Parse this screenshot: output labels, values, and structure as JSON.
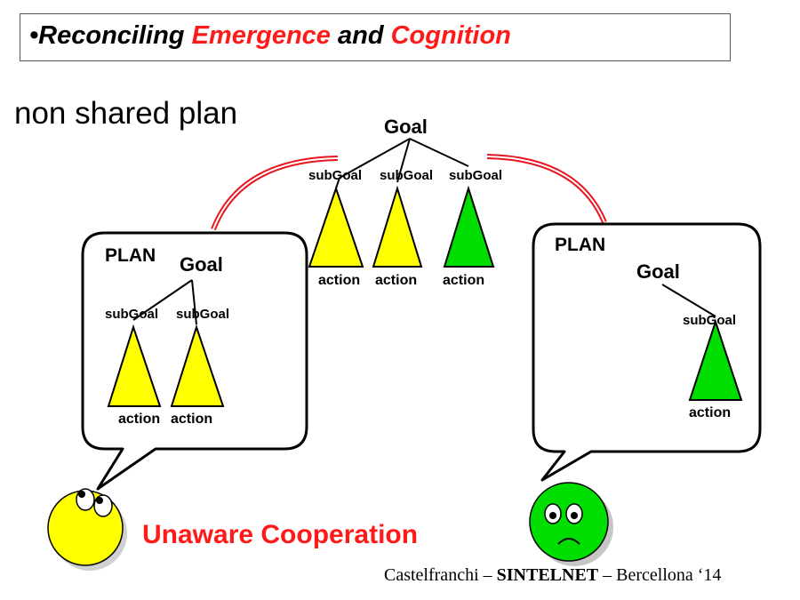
{
  "title": {
    "bullet": "•",
    "part1": "Reconciling ",
    "emphasis1": "Emergence",
    "part2": " and ",
    "emphasis2": "Cognition"
  },
  "subtitle": "non shared plan",
  "shared": {
    "goal": "Goal",
    "subgoals": [
      "subGoal",
      "subGoal",
      "subGoal"
    ],
    "actions": [
      "action",
      "action",
      "action"
    ]
  },
  "left_bubble": {
    "plan": "PLAN",
    "goal": "Goal",
    "subgoals": [
      "subGoal",
      "subGoal"
    ],
    "actions": [
      "action",
      "action"
    ]
  },
  "right_bubble": {
    "plan": "PLAN",
    "goal": "Goal",
    "subgoals": [
      "subGoal"
    ],
    "actions": [
      "action"
    ]
  },
  "caption": "Unaware Cooperation",
  "footer": {
    "author": "Castelfranchi – ",
    "project": "SINTELNET",
    "place": " – Bercellona ‘14"
  },
  "colors": {
    "yellow": "#ffff00",
    "green": "#00dd00",
    "red_text": "#ff1a1a",
    "link_red": "#e8141e"
  }
}
